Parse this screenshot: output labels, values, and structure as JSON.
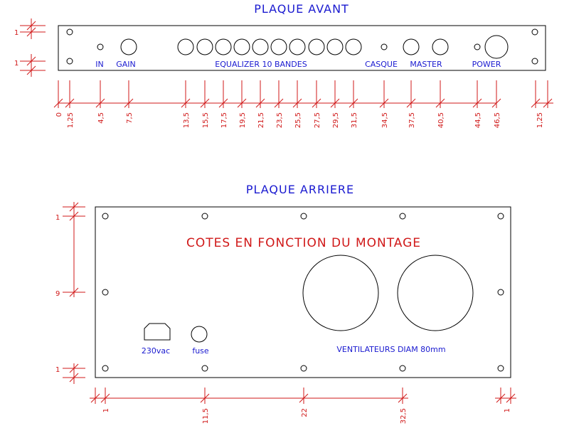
{
  "front": {
    "title": "PLAQUE AVANT",
    "labels": {
      "in": "IN",
      "gain": "GAIN",
      "equalizer": "EQUALIZER 10 BANDES",
      "casque": "CASQUE",
      "master": "MASTER",
      "power": "POWER"
    },
    "side_dims": [
      "1",
      "1"
    ],
    "dims": [
      "0",
      "1,25",
      "4,5",
      "7,5",
      "13,5",
      "15,5",
      "17,5",
      "19,5",
      "21,5",
      "23,5",
      "25,5",
      "27,5",
      "29,5",
      "31,5",
      "34,5",
      "37,5",
      "40,5",
      "44,5",
      "46,5",
      "1,25"
    ]
  },
  "rear": {
    "title": "PLAQUE ARRIERE",
    "note": "COTES EN FONCTION DU MONTAGE",
    "labels": {
      "power_inlet": "230vac",
      "fuse": "fuse",
      "fans": "VENTILATEURS DIAM 80mm"
    },
    "side_dims": [
      "1",
      "9",
      "1"
    ],
    "dims": [
      "1",
      "11,5",
      "22",
      "32,5",
      "1"
    ]
  },
  "colors": {
    "lines": "#000000",
    "labels": "#1a1ad0",
    "dimensions": "#d01818"
  }
}
